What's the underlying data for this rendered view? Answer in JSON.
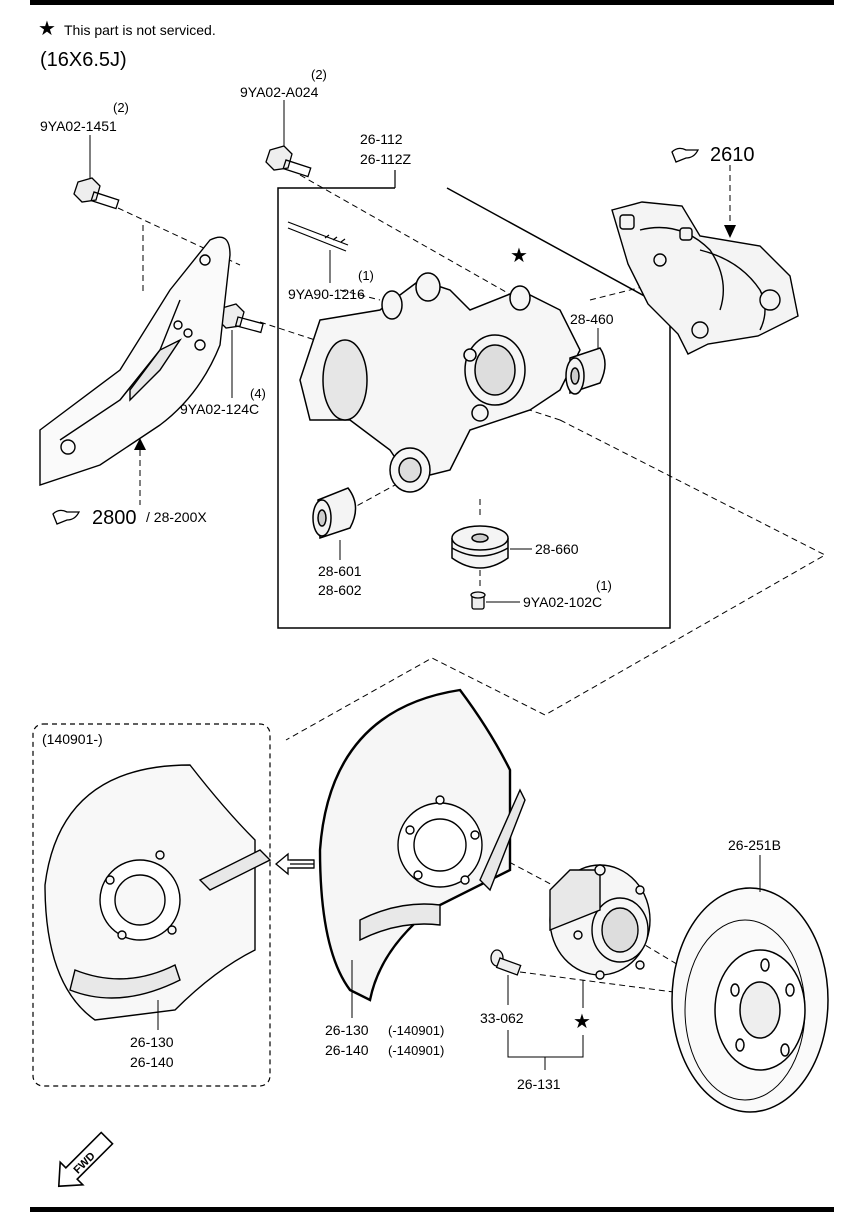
{
  "header": {
    "note_star": "★",
    "note_text": "This part is not serviced.",
    "wheel_spec": "(16X6.5J)"
  },
  "labels": {
    "bolt_1451": {
      "qty": "(2)",
      "part": "9YA02-1451"
    },
    "bolt_a024": {
      "qty": "(2)",
      "part": "9YA02-A024"
    },
    "knuckle": {
      "line1": "26-112",
      "line2": "26-112Z"
    },
    "caliper": {
      "part": "2610"
    },
    "stud_1216": {
      "qty": "(1)",
      "part": "9YA90-1216"
    },
    "bushing_460": {
      "part": "28-460"
    },
    "bolt_124c": {
      "qty": "(4)",
      "part": "9YA02-124C"
    },
    "trailing_arm": {
      "part": "2800",
      "alt": "/ 28-200X"
    },
    "bushing_601": {
      "line1": "28-601",
      "line2": "28-602"
    },
    "bushing_660": {
      "part": "28-660"
    },
    "bolt_102c": {
      "qty": "(1)",
      "part": "9YA02-102C"
    },
    "new_shield_box": {
      "date": "(140901-)"
    },
    "shield_new": {
      "line1": "26-130",
      "line2": "26-140"
    },
    "shield_old": {
      "line1": "26-130",
      "date1": "(-140901)",
      "line2": "26-140",
      "date2": "(-140901)"
    },
    "disc": {
      "part": "26-251B"
    },
    "hub_bolt": {
      "part": "33-062"
    },
    "hub_assy": {
      "part": "26-131"
    },
    "fwd": "FWD"
  },
  "icons": {
    "star": "star-icon",
    "catalog_ref": "catalog-reference-icon",
    "forward_arrow": "fwd-arrow-icon",
    "replace_arrow": "replacement-arrow-icon"
  }
}
